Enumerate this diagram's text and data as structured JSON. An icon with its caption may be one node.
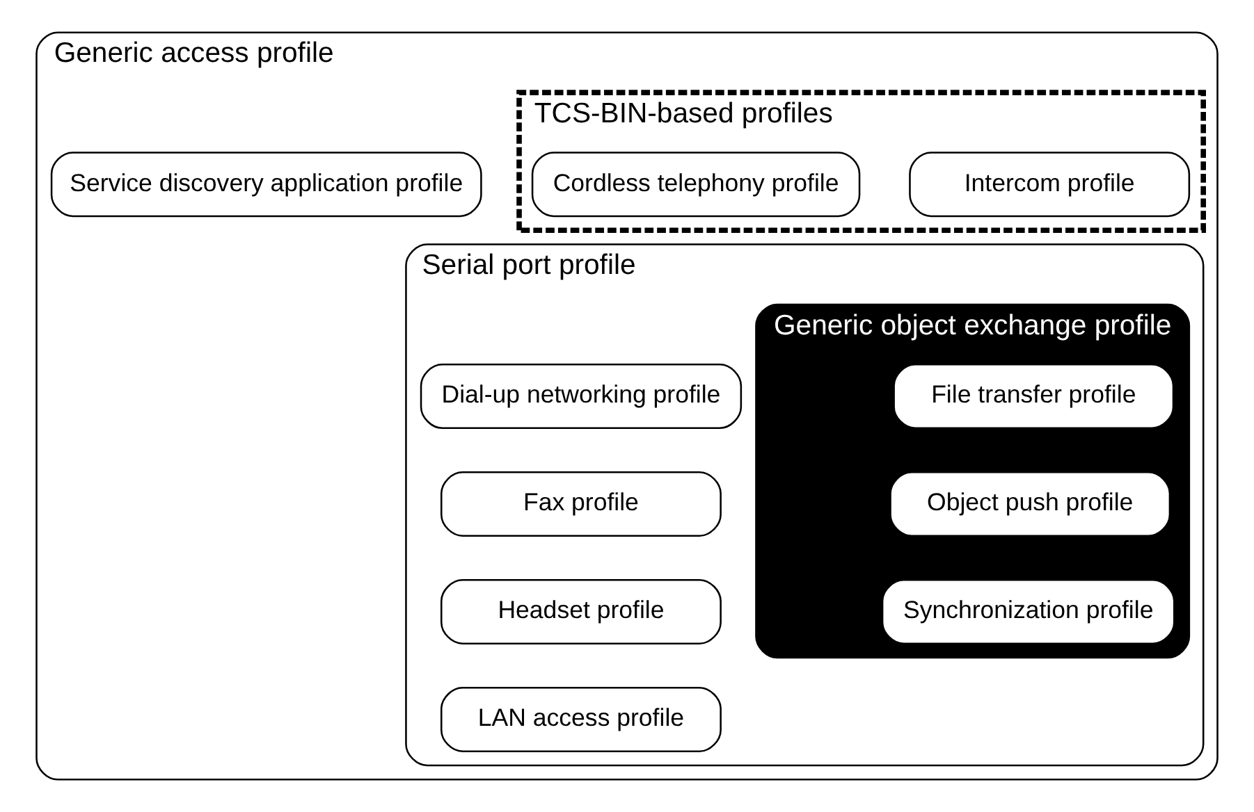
{
  "diagram": {
    "nodes": [
      {
        "text": [
          "Generic access profile"
        ]
      },
      {
        "text": [
          "Service discovery application profile"
        ],
        "in": 0
      },
      {
        "text": [
          "TCS-BIN-based profiles"
        ],
        "in": 0
      },
      {
        "text": [
          "Cordless telephony profile"
        ],
        "in": 2
      },
      {
        "text": [
          "Intercom profile"
        ],
        "in": 2
      },
      {
        "text": [
          "Serial port profile"
        ],
        "in": 0
      },
      {
        "text": [
          "Dial-up networking profile"
        ],
        "in": 5
      },
      {
        "text": [
          "Fax profile"
        ],
        "in": 5
      },
      {
        "text": [
          "Headset profile"
        ],
        "in": 5
      },
      {
        "text": [
          "LAN access profile"
        ],
        "in": 5
      },
      {
        "text": [
          "Generic object exchange profile"
        ],
        "in": 5
      },
      {
        "text": [
          "File transfer profile"
        ],
        "in": 10
      },
      {
        "text": [
          "Object push profile"
        ],
        "in": 10
      },
      {
        "text": [
          "Synchronization profile"
        ],
        "in": 10
      }
    ]
  }
}
